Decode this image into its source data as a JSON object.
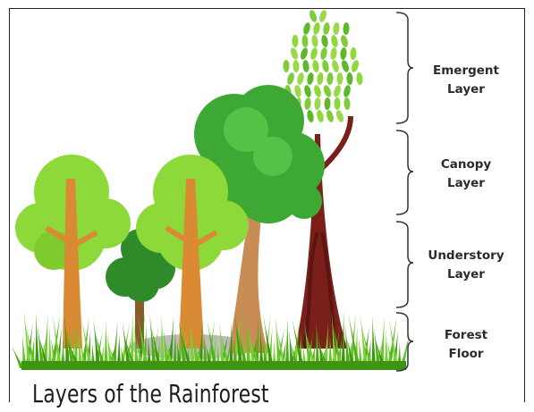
{
  "title": "Layers of the Rainforest",
  "layers": [
    {
      "line1": "Emergent",
      "line2": "Layer"
    },
    {
      "line1": "Canopy",
      "line2": "Layer"
    },
    {
      "line1": "Understory",
      "line2": "Layer"
    },
    {
      "line1": "Forest",
      "line2": "Floor"
    }
  ],
  "colors": {
    "light_green": "#8ed93a",
    "mid_green": "#5fb82a",
    "dark_green": "#2f8a2a",
    "trunk_orange": "#d98a32",
    "trunk_tan": "#c98c55",
    "emergent_trunk": "#7a1f1a",
    "grass": "#56b81c"
  }
}
